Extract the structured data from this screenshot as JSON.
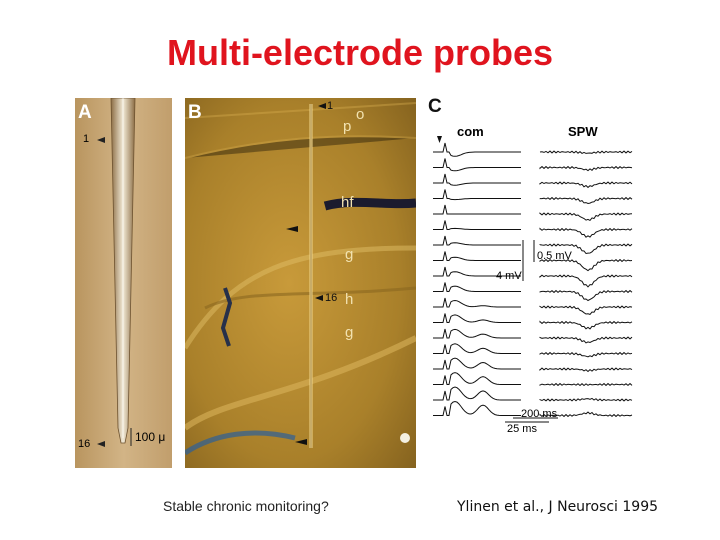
{
  "slide": {
    "title": "Multi-electrode probes",
    "caption_left": "Stable chronic monitoring?",
    "caption_right": "Ylinen et al., J Neurosci 1995"
  },
  "panel_a": {
    "label": "A",
    "marker_top": "1",
    "marker_bottom": "16",
    "scale": "100 μ"
  },
  "panel_b": {
    "label": "B",
    "marker_top": "1",
    "marker_mid": "16",
    "layers": [
      "o",
      "p",
      "hf",
      "g",
      "h",
      "g"
    ]
  },
  "panel_c": {
    "label": "C",
    "col_left": "com",
    "col_right": "SPW",
    "scale_left_v": "4 mV",
    "scale_right_v": "0.5 mV",
    "scale_t_right": "200 ms",
    "scale_t_left": "25 ms"
  },
  "colors": {
    "title": "#e0141e",
    "probe_bg": "#c7a77a",
    "tissue_bg": "#b8902f"
  }
}
